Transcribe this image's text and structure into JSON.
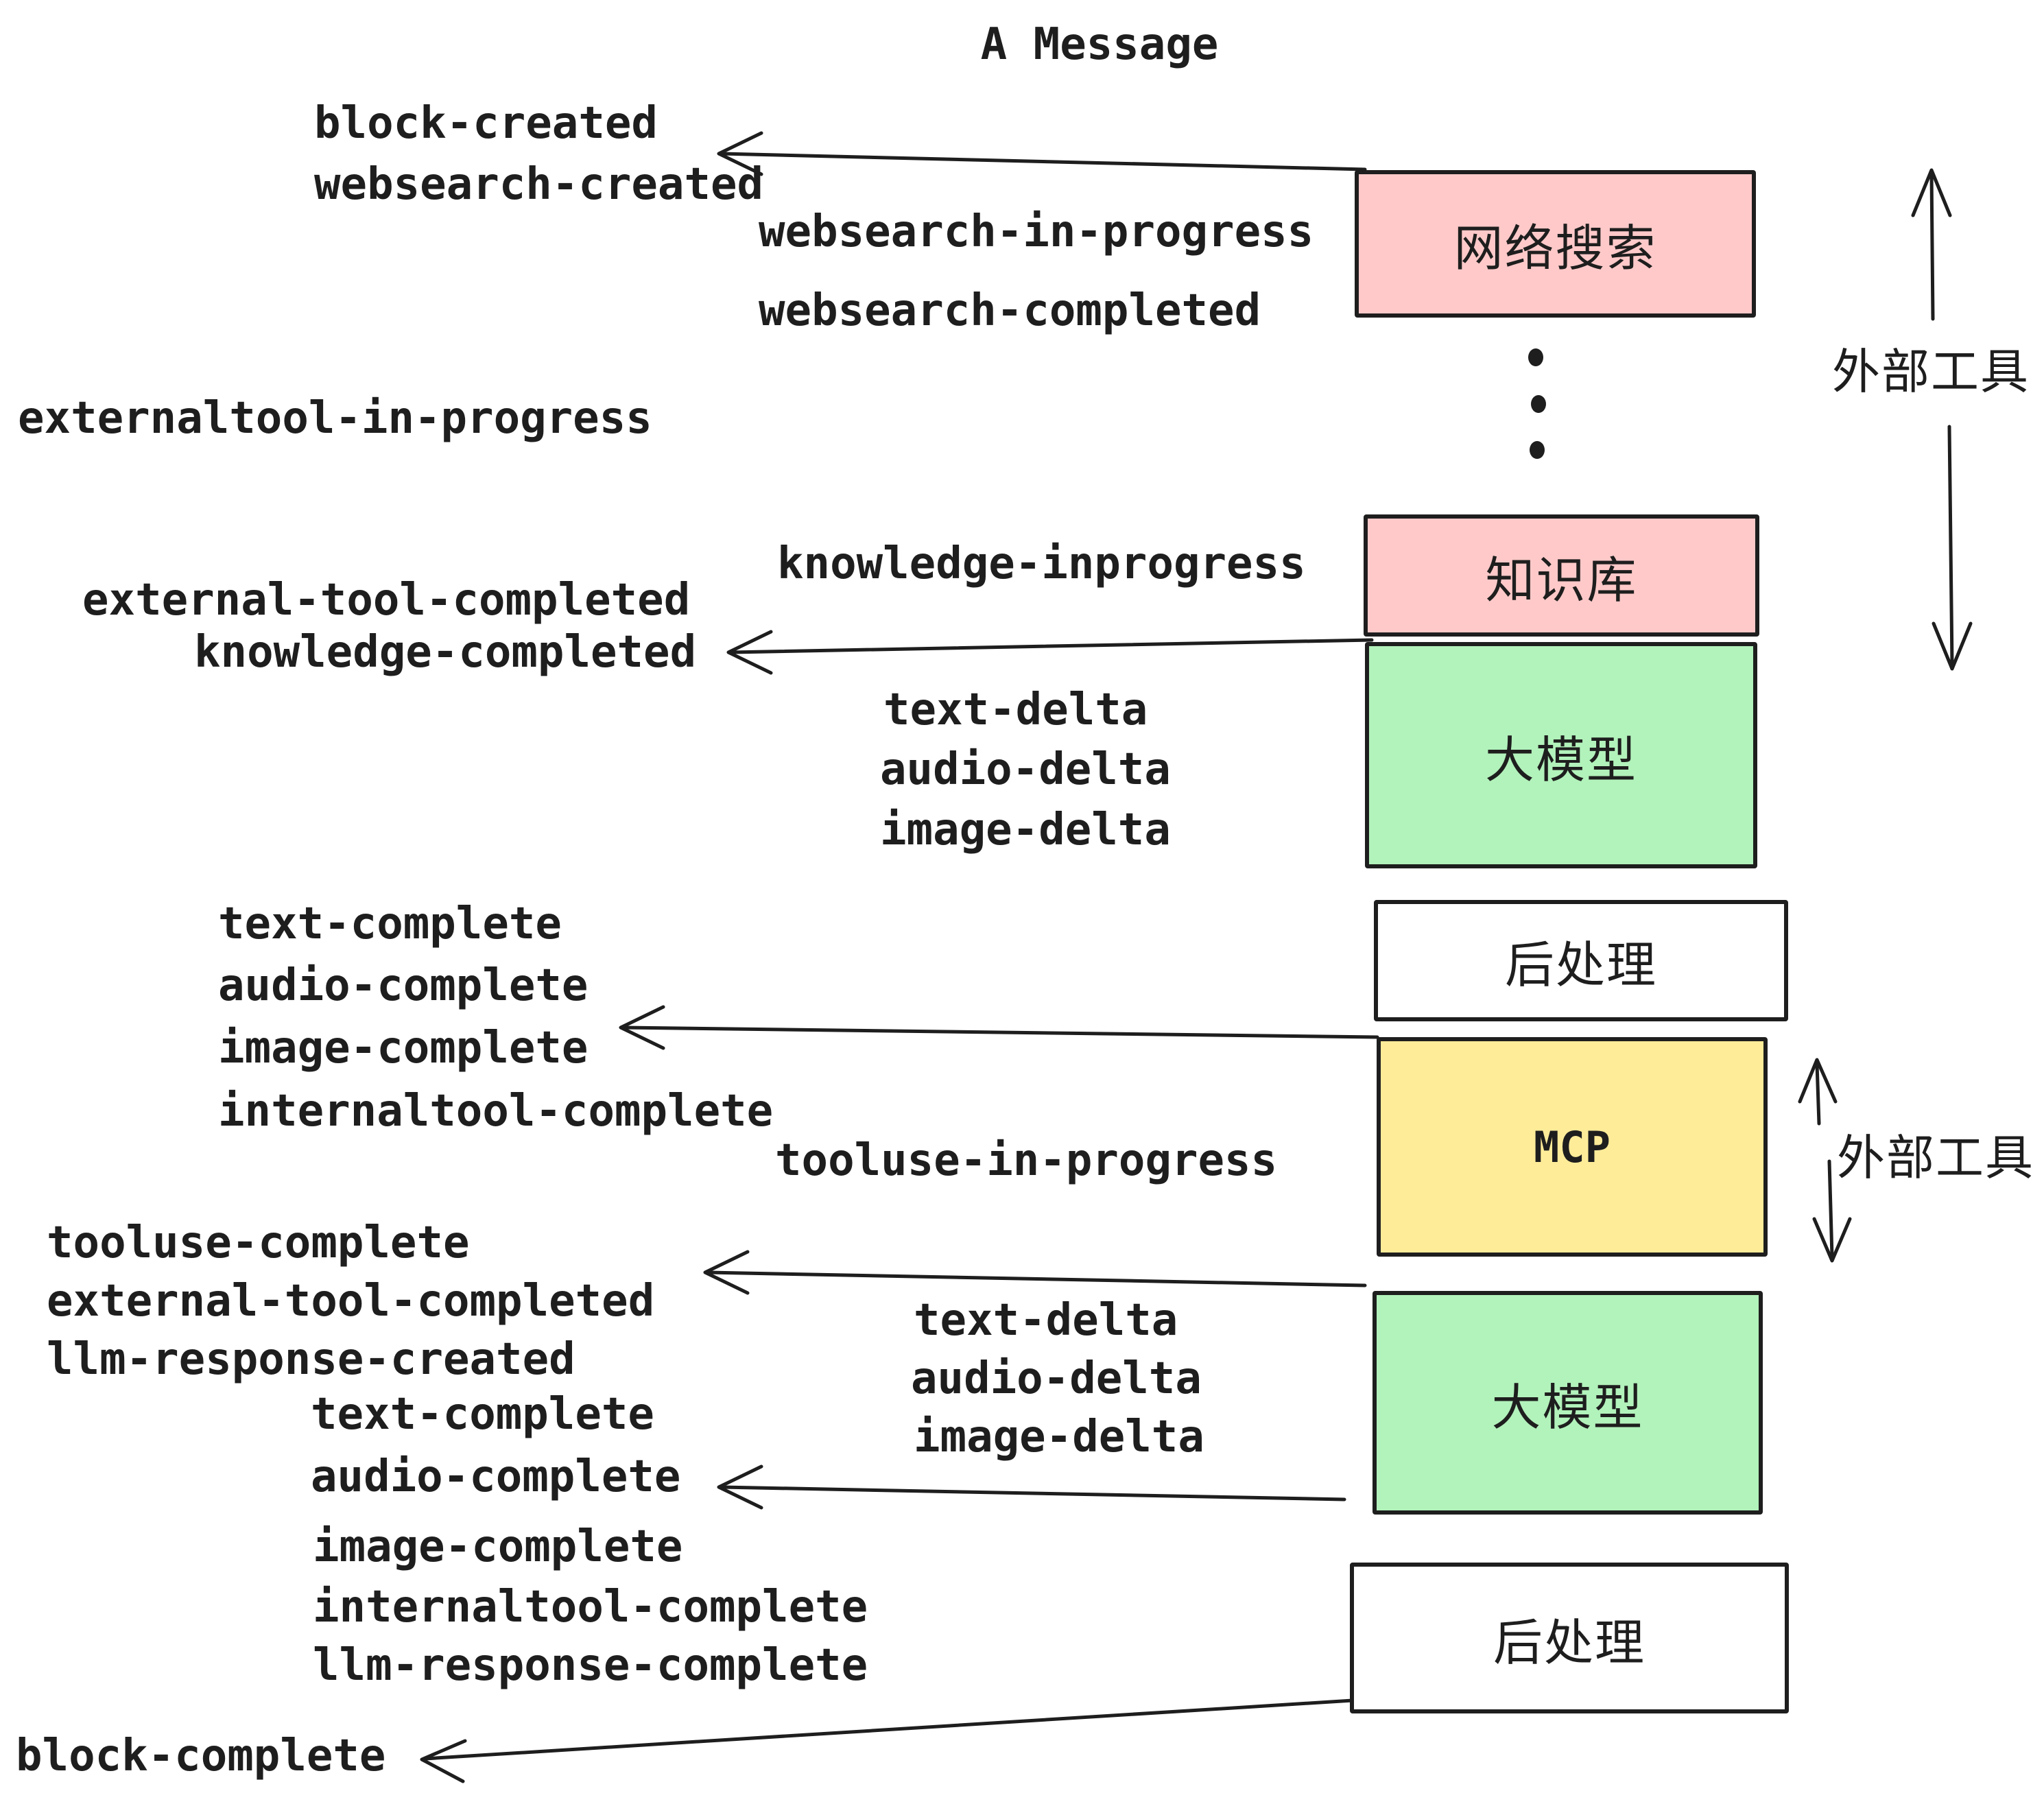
{
  "title": "A Message",
  "colors": {
    "pink": "#ffc9c9",
    "green": "#b2f2bb",
    "yellow": "#ffec99",
    "white": "#ffffff",
    "ink": "#1e1e1e"
  },
  "boxes": {
    "websearch": "网络搜索",
    "knowledge": "知识库",
    "llm1": "大模型",
    "post1": "后处理",
    "mcp": "MCP",
    "llm2": "大模型",
    "post2": "后处理"
  },
  "side_labels": {
    "external_tools_top": "外部工具",
    "external_tools_mcp": "外部工具"
  },
  "events": {
    "block_created": "block-created",
    "websearch_created": "websearch-created",
    "websearch_in_progress": "websearch-in-progress",
    "websearch_completed": "websearch-completed",
    "externaltool_in_progress": "externaltool-in-progress",
    "knowledge_inprogress": "knowledge-inprogress",
    "external_tool_completed": "external-tool-completed",
    "knowledge_completed": "knowledge-completed",
    "text_delta_1": "text-delta",
    "audio_delta_1": "audio-delta",
    "image_delta_1": "image-delta",
    "text_complete_1": "text-complete",
    "audio_complete_1": "audio-complete",
    "image_complete_1": "image-complete",
    "internaltool_complete_1": "internaltool-complete",
    "tooluse_in_progress": "tooluse-in-progress",
    "tooluse_complete": "tooluse-complete",
    "external_tool_completed_2": "external-tool-completed",
    "llm_response_created": "llm-response-created",
    "text_complete_2": "text-complete",
    "audio_complete_2": "audio-complete",
    "text_delta_2": "text-delta",
    "audio_delta_2": "audio-delta",
    "image_delta_2": "image-delta",
    "image_complete_2": "image-complete",
    "internaltool_complete_2": "internaltool-complete",
    "llm_response_complete": "llm-response-complete",
    "block_complete": "block-complete"
  }
}
